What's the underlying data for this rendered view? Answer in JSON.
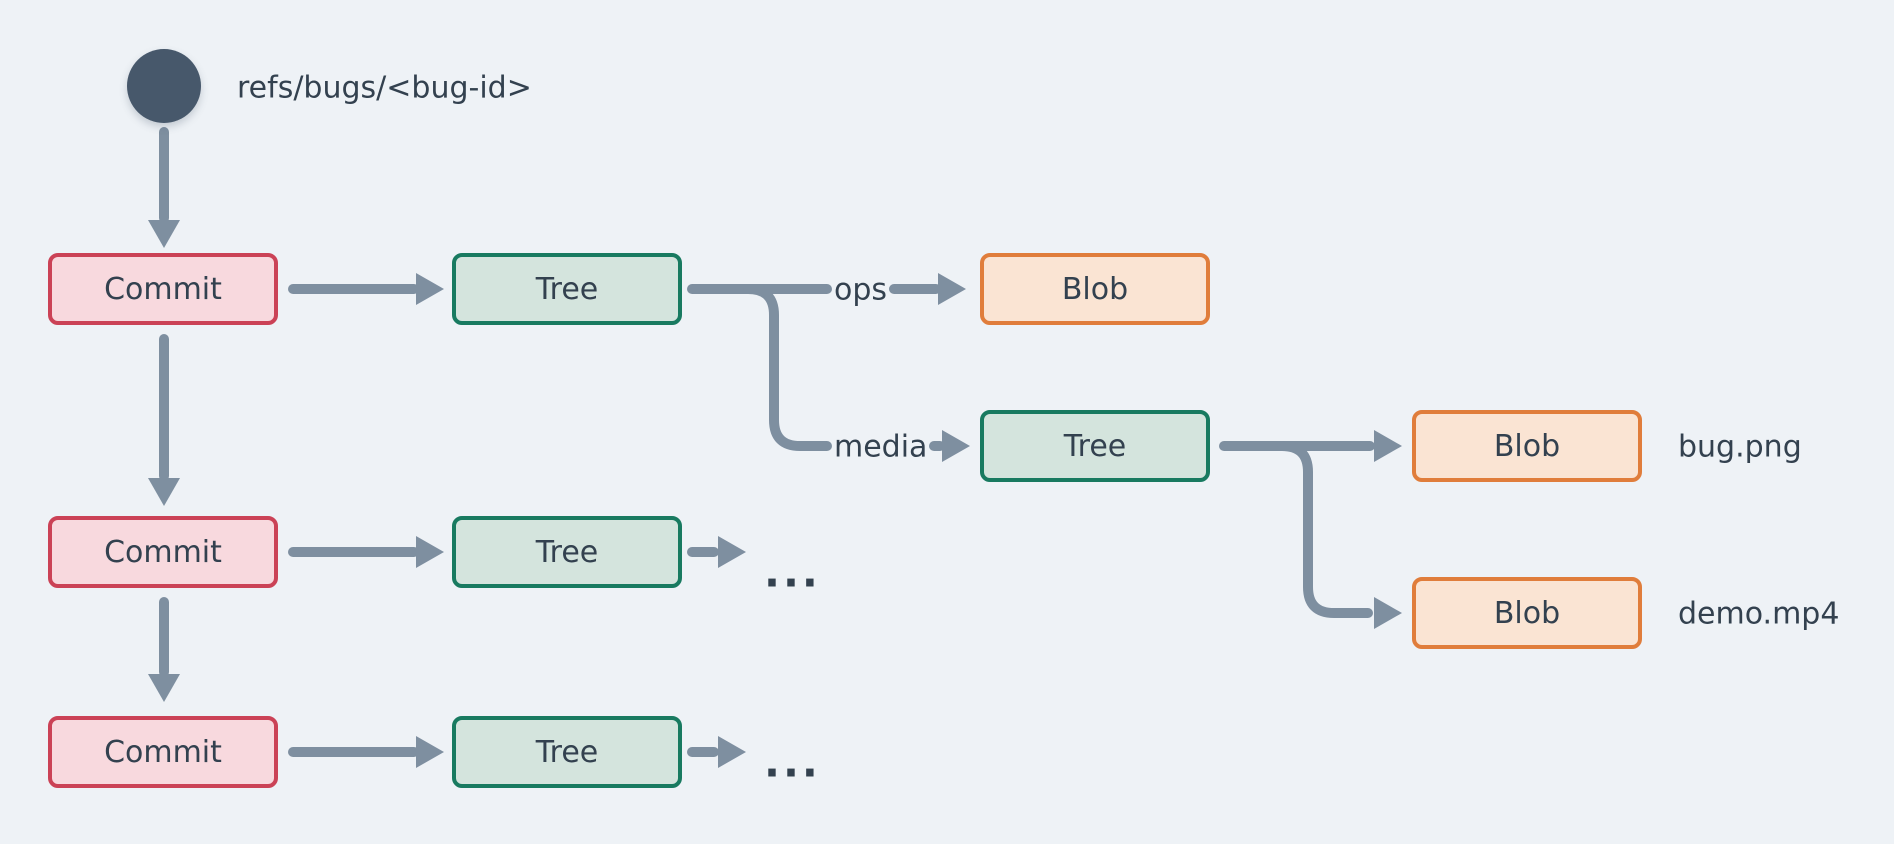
{
  "diagram": {
    "ref": {
      "label": "refs/bugs/<bug-id>"
    },
    "commits": [
      {
        "label": "Commit"
      },
      {
        "label": "Commit"
      },
      {
        "label": "Commit"
      }
    ],
    "trees": [
      {
        "label": "Tree"
      },
      {
        "label": "Tree"
      },
      {
        "label": "Tree"
      },
      {
        "label": "Tree"
      }
    ],
    "blobs": [
      {
        "label": "Blob"
      },
      {
        "label": "Blob"
      },
      {
        "label": "Blob"
      }
    ],
    "edge_labels": {
      "ops": "ops",
      "media": "media"
    },
    "file_labels": {
      "bug": "bug.png",
      "demo": "demo.mp4"
    },
    "ellipsis": "..."
  },
  "colors": {
    "background": "#eef2f6",
    "connector": "#7e8fa0",
    "text": "#33414f",
    "ref_circle": "#47586b",
    "commit_fill": "#f8d9de",
    "commit_border": "#cb4256",
    "tree_fill": "#d4e4dd",
    "tree_border": "#187a60",
    "blob_fill": "#fae4d3",
    "blob_border": "#e07d3b"
  }
}
